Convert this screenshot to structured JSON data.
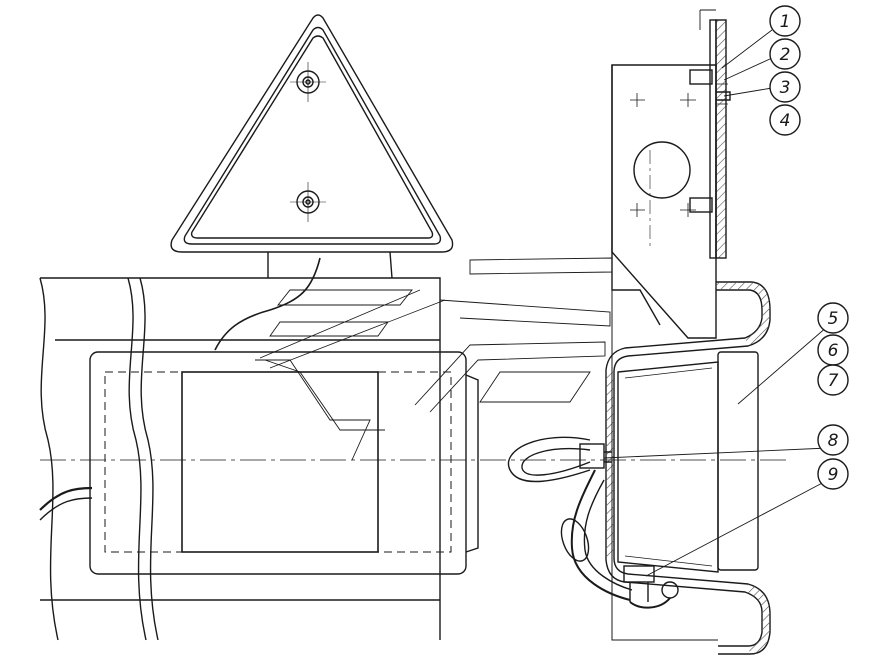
{
  "callouts": [
    {
      "id": "callout-1",
      "label": "1"
    },
    {
      "id": "callout-2",
      "label": "2"
    },
    {
      "id": "callout-3",
      "label": "3"
    },
    {
      "id": "callout-4",
      "label": "4"
    },
    {
      "id": "callout-5",
      "label": "5"
    },
    {
      "id": "callout-6",
      "label": "6"
    },
    {
      "id": "callout-7",
      "label": "7"
    },
    {
      "id": "callout-8",
      "label": "8"
    },
    {
      "id": "callout-9",
      "label": "9"
    }
  ],
  "colors": {
    "line": "#1a1a1a",
    "background": "#ffffff",
    "hatch": "#555555"
  }
}
